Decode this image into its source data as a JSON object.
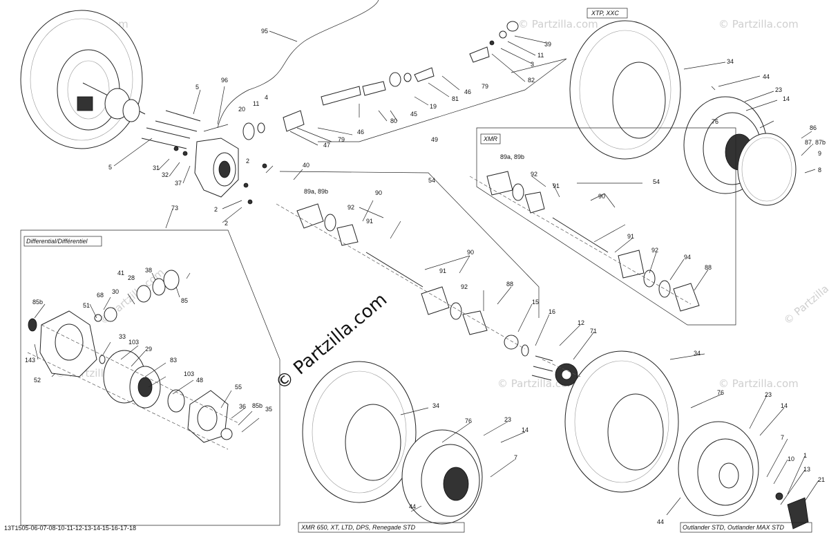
{
  "diagram": {
    "watermark_main": "© Partzilla.com",
    "watermark_small": "© Partzilla.com",
    "footer_code": "13T1505-06-07-08-10-11-12-13-14-15-16-17-18",
    "groups": {
      "xtp": "XTP, XXC",
      "xmr": "XMR",
      "differential": "Differential/Différentiel",
      "xmr650": "XMR 650, XT, LTD, DPS, Renegade STD",
      "outlander": "Outlander STD, Outlander MAX STD"
    },
    "callouts": [
      "95",
      "39",
      "11",
      "3",
      "82",
      "79",
      "46",
      "81",
      "19",
      "45",
      "80",
      "49",
      "47",
      "79",
      "46",
      "96",
      "5",
      "4",
      "11",
      "20",
      "5",
      "31",
      "32",
      "37",
      "2",
      "40",
      "2",
      "2",
      "73",
      "34",
      "44",
      "23",
      "14",
      "76",
      "86",
      "87, 87b",
      "9",
      "8",
      "89a, 89b",
      "92",
      "91",
      "54",
      "90",
      "91",
      "92",
      "94",
      "88",
      "89a, 89b",
      "92",
      "90",
      "91",
      "54",
      "90",
      "91",
      "92",
      "88",
      "15",
      "16",
      "12",
      "71",
      "41",
      "38",
      "28",
      "30",
      "68",
      "51",
      "85b",
      "85",
      "33",
      "103",
      "29",
      "143",
      "52",
      "83",
      "103",
      "48",
      "55",
      "36",
      "85b",
      "35",
      "34",
      "76",
      "23",
      "14",
      "7",
      "44",
      "34",
      "76",
      "23",
      "14",
      "7",
      "1",
      "10",
      "13",
      "21",
      "44"
    ]
  }
}
